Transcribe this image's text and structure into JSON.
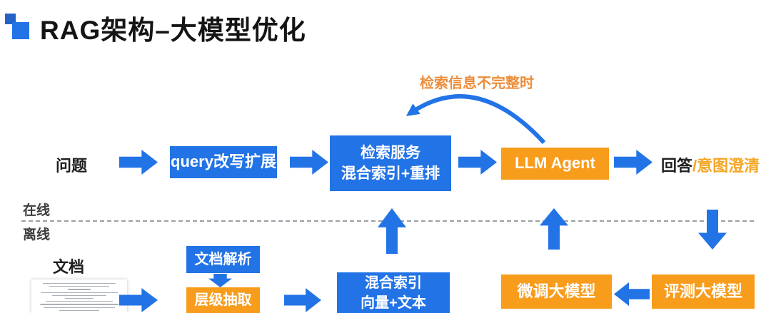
{
  "header": {
    "title": "RAG架构–大模型优化"
  },
  "lanes": {
    "online": "在线",
    "offline": "离线"
  },
  "loop": {
    "label": "检索信息不完整时"
  },
  "online_flow": {
    "question": "问题",
    "query_rewrite": "query改写扩展",
    "retrieval_service_line1": "检索服务",
    "retrieval_service_line2": "混合索引+重排",
    "llm_agent": "LLM Agent",
    "answer": "回答",
    "intent_clarify": "/意图澄清"
  },
  "offline_flow": {
    "document_label": "文档",
    "doc_parsing": "文档解析",
    "hierarchical_extraction": "层级抽取",
    "hybrid_index_line1": "混合索引",
    "hybrid_index_line2": "向量+文本",
    "finetune_model": "微调大模型",
    "evaluate_model": "评测大模型"
  },
  "colors": {
    "blue": "#2273e6",
    "logo_dark": "#2462c8",
    "orange": "#f89c1c",
    "orange_text": "#ed8d3b",
    "intent_orange": "#f5a623"
  }
}
